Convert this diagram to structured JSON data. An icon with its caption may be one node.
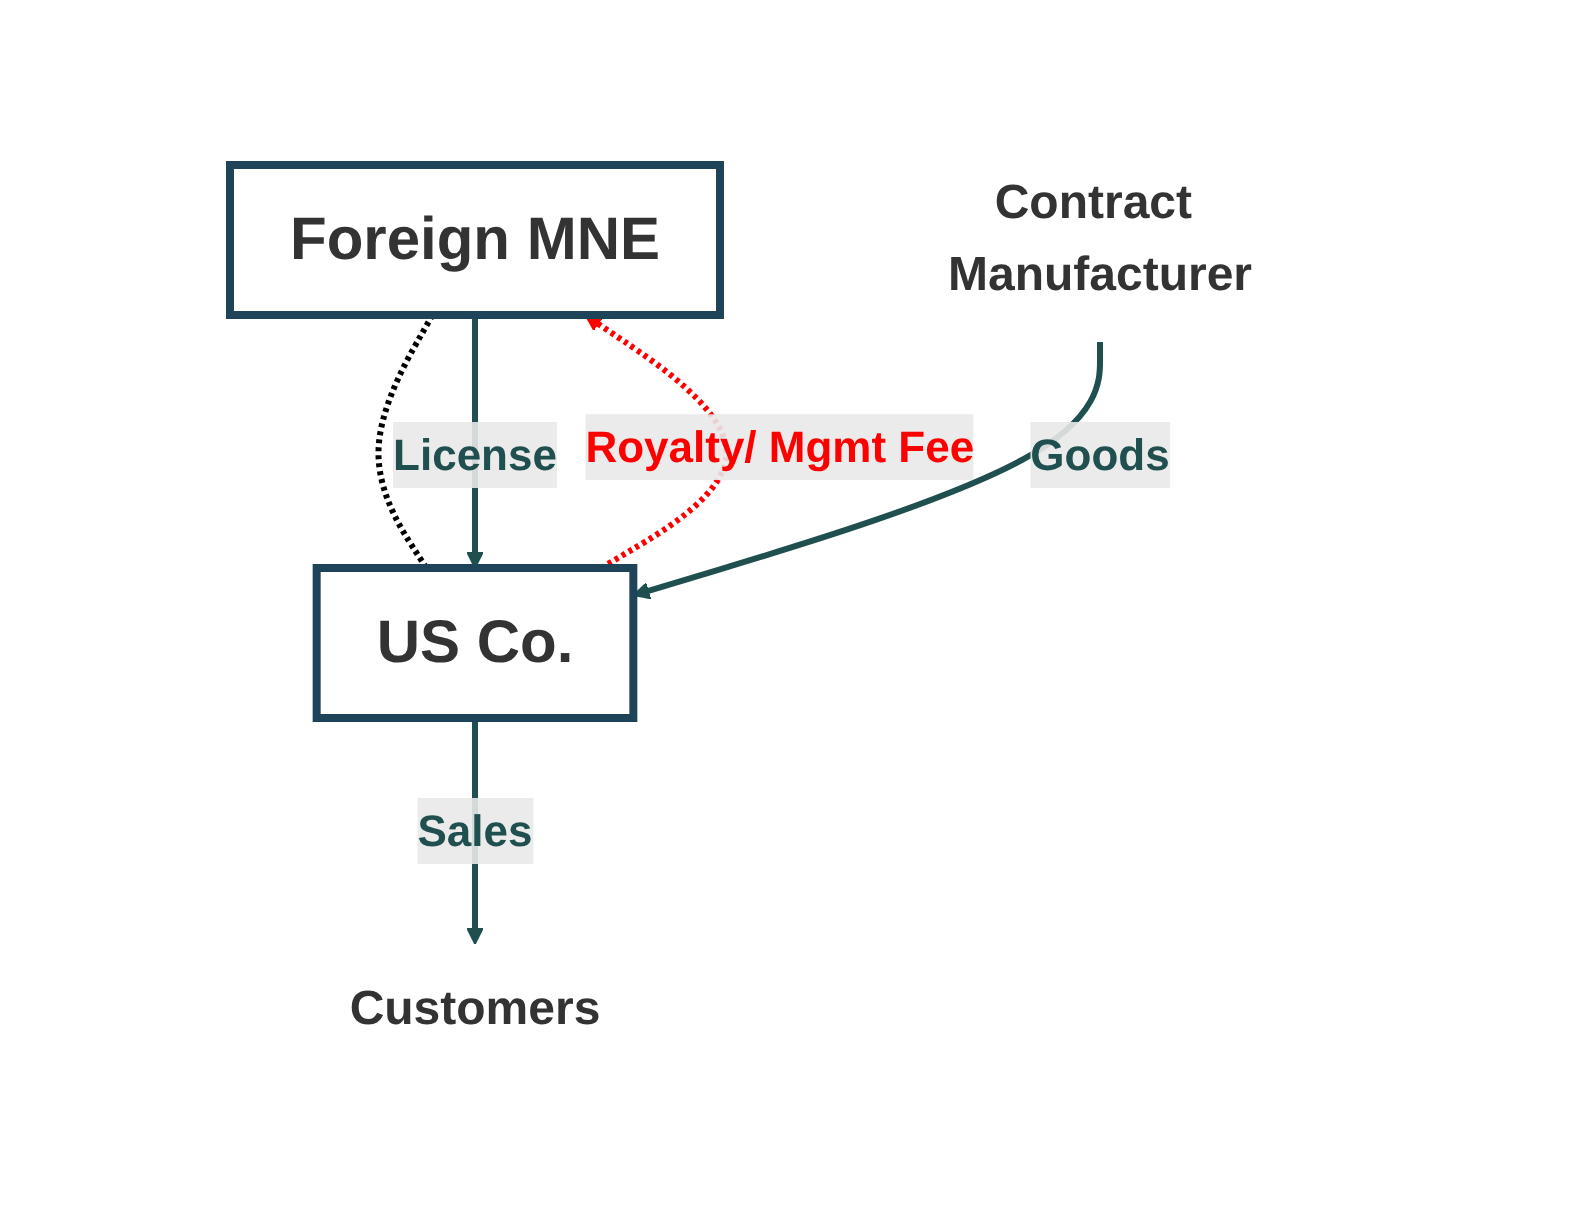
{
  "diagram": {
    "nodes": [
      {
        "text": [
          "Foreign MNE"
        ]
      },
      {
        "text": [
          "US Co."
        ]
      },
      {
        "text": [
          "Contract Manufacturer"
        ]
      },
      {
        "text": [
          "Customers"
        ]
      }
    ],
    "edges": [
      {
        "from": 0,
        "to": 1,
        "arrow": "none",
        "style": "dashed",
        "color": "#000000"
      },
      {
        "from": 0,
        "to": 1,
        "arrow": "to",
        "label": "License"
      },
      {
        "from": 1,
        "to": 0,
        "arrow": "to",
        "label": "Royalty/ Mgmt Fee",
        "style": "dashed",
        "color": "#ff0000"
      },
      {
        "from": 2,
        "to": 1,
        "arrow": "to",
        "label": "Goods"
      },
      {
        "from": 1,
        "to": 3,
        "arrow": "to",
        "label": "Sales"
      }
    ]
  }
}
